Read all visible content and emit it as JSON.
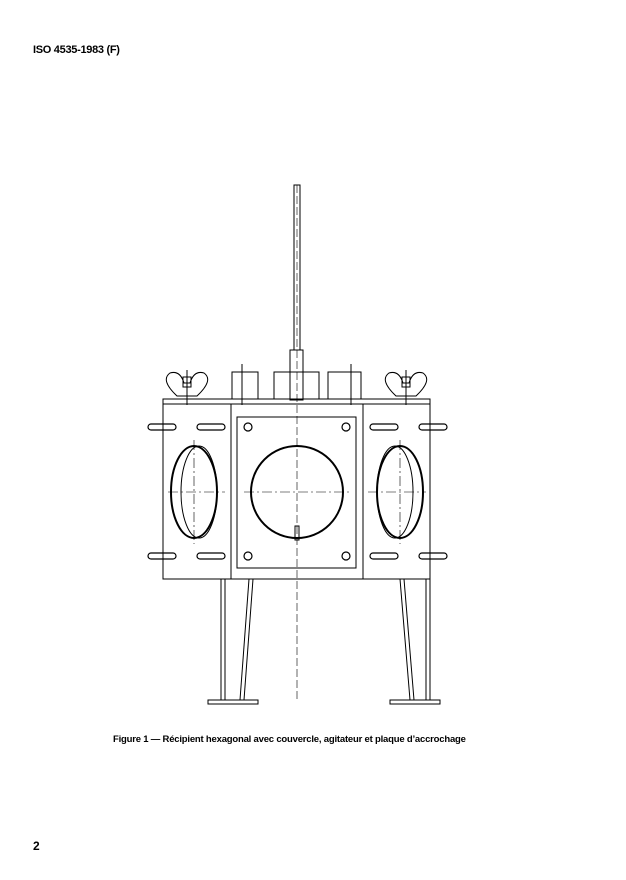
{
  "header": {
    "standard": "ISO 4535-1983 (F)"
  },
  "figure": {
    "caption": "Figure 1 — Récipient hexagonal avec couvercle, agitateur et plaque d’accrochage"
  },
  "footer": {
    "page_number": "2"
  }
}
